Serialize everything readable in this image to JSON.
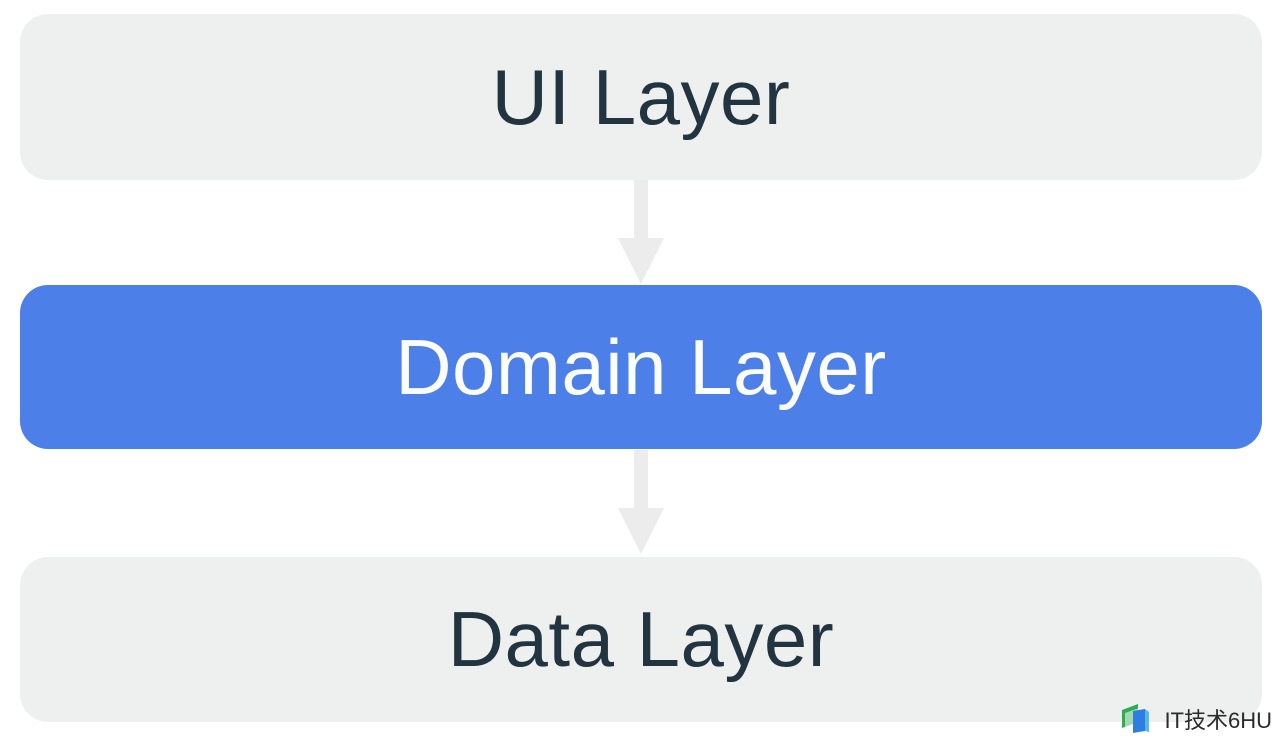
{
  "diagram": {
    "type": "layered-architecture-flow",
    "flow_direction": "top-down",
    "layers": [
      {
        "label": "UI Layer",
        "variant": "gray"
      },
      {
        "label": "Domain Layer",
        "variant": "blue"
      },
      {
        "label": "Data Layer",
        "variant": "gray"
      }
    ],
    "connectors": [
      {
        "from": "UI Layer",
        "to": "Domain Layer",
        "style": "arrow-down"
      },
      {
        "from": "Domain Layer",
        "to": "Data Layer",
        "style": "arrow-down"
      }
    ]
  },
  "watermark": {
    "text": "IT技术6HU"
  },
  "theme": {
    "background": "#ffffff",
    "box-gray": "#eeefef",
    "box-blue": "#4c80e8",
    "text-dark": "#223440",
    "text-light": "#fafcfd",
    "arrow": "#ececec",
    "watermark-text": "#2b2b2b",
    "watermark-green": "#31ac52",
    "watermark-blue": "#2e7de0"
  }
}
